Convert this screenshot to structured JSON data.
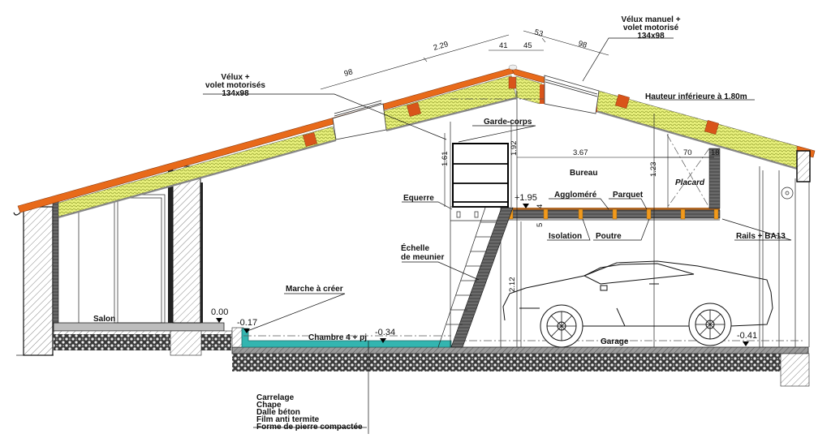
{
  "drawing": {
    "type": "building-cross-section",
    "colors": {
      "roof_tile": "#e86a1a",
      "insulation": "#e6ef7a",
      "rafter": "#d9541a",
      "screed": "#33b5b0",
      "joist": "#f29a1c",
      "hatch": "#555555",
      "line": "#111111"
    }
  },
  "labels": {
    "velux_left": [
      "Vélux +",
      "volet motorisés",
      "134x98"
    ],
    "velux_right": [
      "Vélux manuel +",
      "volet motorisé",
      "134x98"
    ],
    "hauteur": "Hauteur inférieure à 1.80m",
    "garde_corps": "Garde-corps",
    "bureau": "Bureau",
    "placard": "Placard",
    "equerre": "Equerre",
    "agglomere": "Aggloméré",
    "parquet": "Parquet",
    "isolation": "Isolation",
    "poutre": "Poutre",
    "rails": "Rails + BA13",
    "echelle": [
      "Échelle",
      "de meunier"
    ],
    "marche": "Marche à créer",
    "salon": "Salon",
    "chambre": "Chambre 4 + pj",
    "garage": "Garage",
    "floor_layers": [
      "Carrelage",
      "Chape",
      "Dalle béton",
      "Film anti termite",
      "Forme de pierre compactée"
    ]
  },
  "dimensions": {
    "d_98_left": "98",
    "d_229": "2.29",
    "d_41": "41",
    "d_45": "45",
    "d_53": "53",
    "d_98_right": "98",
    "d_161": "1.61",
    "d_192": "1.92",
    "d_367": "3.67",
    "d_70": "70",
    "d_18": "18",
    "d_123": "1.23",
    "d_4": "4",
    "d_5": "5",
    "d_212": "2.12"
  },
  "levels": {
    "l_000": "0.00",
    "l_017": "-0.17",
    "l_034": "-0.34",
    "l_195": "+1.95",
    "l_041": "-0.41"
  }
}
